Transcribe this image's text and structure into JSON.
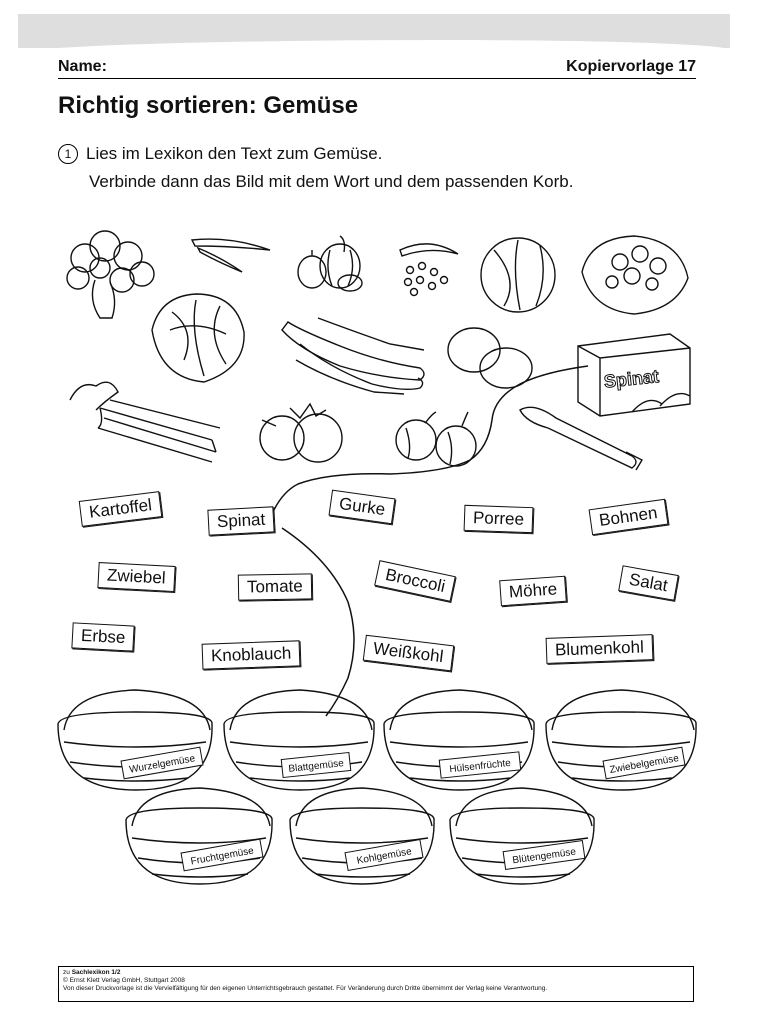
{
  "header": {
    "name_label": "Name:",
    "copy_label": "Kopiervorlage 17"
  },
  "title": "Richtig sortieren: Gemüse",
  "task": {
    "number": "1",
    "line1": "Lies im Lexikon den Text zum Gemüse.",
    "line2": "Verbinde dann das Bild mit dem Wort und dem passenden Korb."
  },
  "vegetables": {
    "package_label": "Spinat"
  },
  "words": [
    "Kartoffel",
    "Spinat",
    "Gurke",
    "Porree",
    "Bohnen",
    "Zwiebel",
    "Tomate",
    "Broccoli",
    "Möhre",
    "Salat",
    "Erbse",
    "Knoblauch",
    "Weißkohl",
    "Blumenkohl"
  ],
  "baskets": [
    "Wurzelgemüse",
    "Blattgemüse",
    "Hülsenfrüchte",
    "Zwiebelgemüse",
    "Fruchtgemüse",
    "Kohlgemüse",
    "Blütengemüse"
  ],
  "footer": {
    "prefix": "zu",
    "book": "Sachlexikon 1/2",
    "line2": "© Ernst Klett Verlag GmbH, Stuttgart 2008",
    "line3": "Von dieser Druckvorlage ist die Vervielfältigung für den eigenen Unterrichtsgebrauch gestattet. Für Veränderung durch Dritte übernimmt der Verlag keine Verantwortung."
  }
}
